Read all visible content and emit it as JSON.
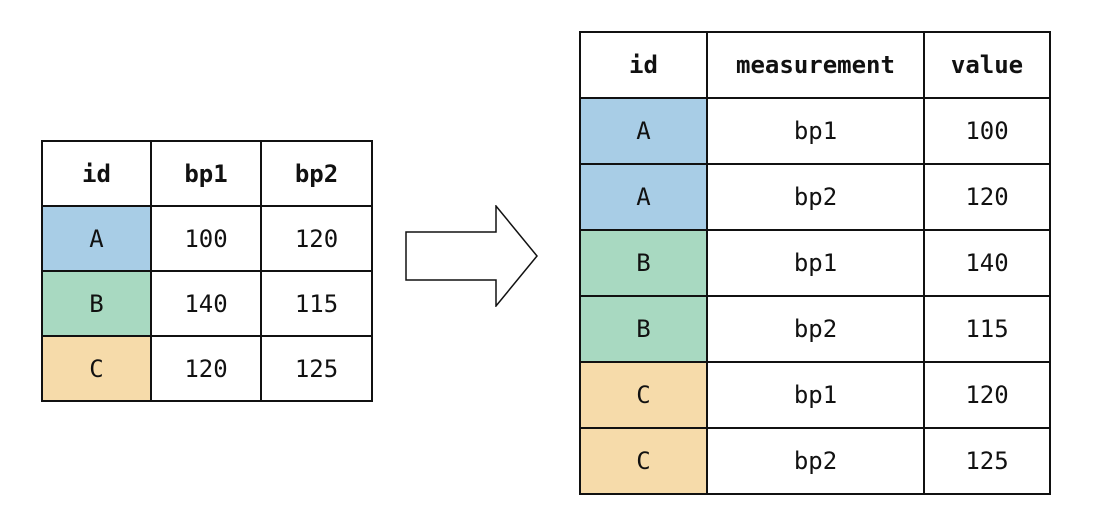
{
  "colors": {
    "A": "#a8cde6",
    "B": "#a8d9c1",
    "C": "#f6dbaa",
    "border": "#111111"
  },
  "wide_table": {
    "headers": [
      "id",
      "bp1",
      "bp2"
    ],
    "rows": [
      {
        "id": "A",
        "cells": [
          "100",
          "120"
        ]
      },
      {
        "id": "B",
        "cells": [
          "140",
          "115"
        ]
      },
      {
        "id": "C",
        "cells": [
          "120",
          "125"
        ]
      }
    ]
  },
  "arrow_icon": "right-arrow-icon",
  "long_table": {
    "headers": [
      "id",
      "measurement",
      "value"
    ],
    "rows": [
      {
        "id": "A",
        "measurement": "bp1",
        "value": "100"
      },
      {
        "id": "A",
        "measurement": "bp2",
        "value": "120"
      },
      {
        "id": "B",
        "measurement": "bp1",
        "value": "140"
      },
      {
        "id": "B",
        "measurement": "bp2",
        "value": "115"
      },
      {
        "id": "C",
        "measurement": "bp1",
        "value": "120"
      },
      {
        "id": "C",
        "measurement": "bp2",
        "value": "125"
      }
    ]
  }
}
